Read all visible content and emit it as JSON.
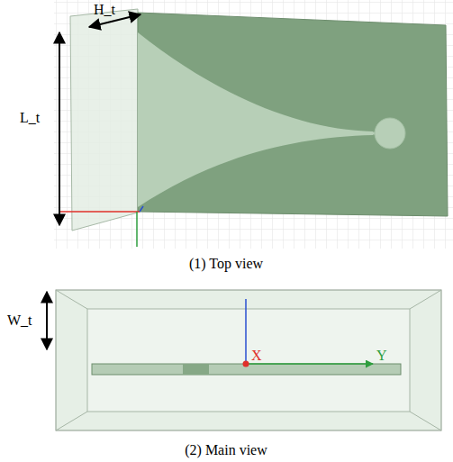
{
  "diagram": {
    "labels": [
      "H_t",
      "L_t",
      "(1) Top view",
      "W_t",
      "X",
      "Y",
      "(2) Main view"
    ]
  }
}
